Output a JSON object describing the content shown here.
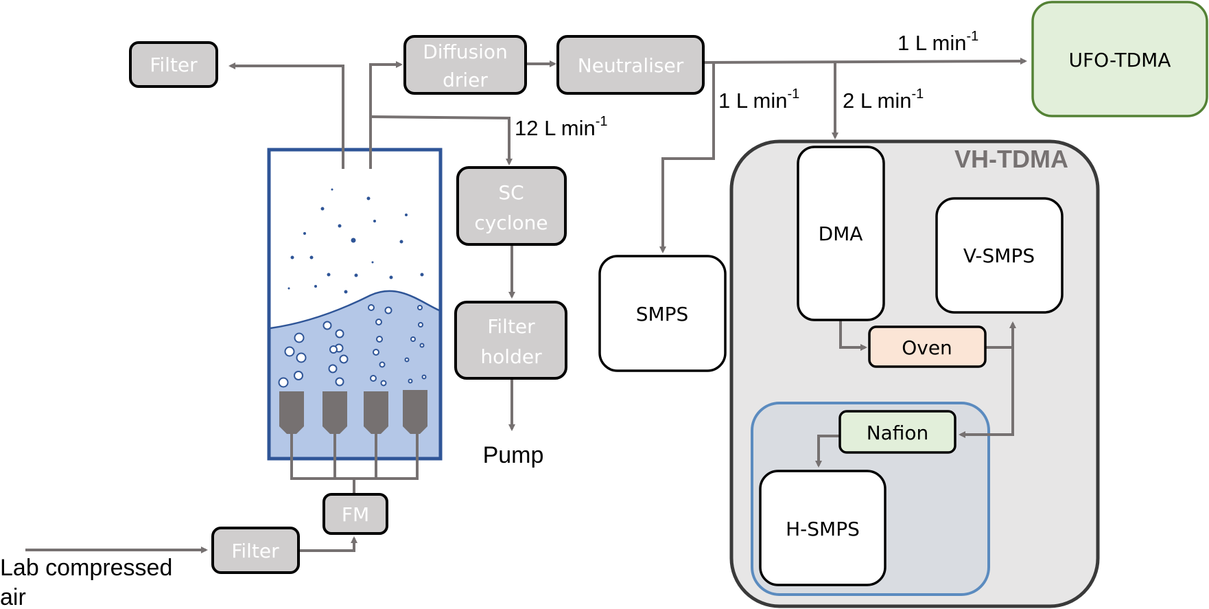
{
  "diagram": {
    "components": {
      "filter_top": "Filter",
      "diffusion_drier_line1": "Diffusion",
      "diffusion_drier_line2": "drier",
      "neutraliser": "Neutraliser",
      "ufo_tdma": "UFO-TDMA",
      "sc_cyclone_line1": "SC",
      "sc_cyclone_line2": "cyclone",
      "filter_holder_line1": "Filter",
      "filter_holder_line2": "holder",
      "pump": "Pump",
      "smps": "SMPS",
      "vh_tdma": "VH-TDMA",
      "dma": "DMA",
      "v_smps": "V-SMPS",
      "oven": "Oven",
      "nafion": "Nafion",
      "h_smps": "H-SMPS",
      "fm": "FM",
      "filter_bottom": "Filter",
      "source_line1": "Lab compressed",
      "source_line2": "air"
    },
    "flows": {
      "to_cyclone": {
        "value": "12 L min",
        "exp": "-1"
      },
      "to_ufo": {
        "value": "1 L min",
        "exp": "-1"
      },
      "to_smps": {
        "value": "1 L min",
        "exp": "-1"
      },
      "to_vh": {
        "value": "2 L min",
        "exp": "-1"
      }
    },
    "colors": {
      "pipe": "#767171",
      "tank_outline": "#2f5597",
      "liquid": "#b4c7e7",
      "ufo_fill": "#e2efda",
      "ufo_stroke": "#548235",
      "oven_fill": "#fbe5d6",
      "nafion_fill": "#e2efda",
      "vh_fill": "#e7e6e6",
      "humid_fill": "#d9dce1",
      "humid_stroke": "#5b8bbf",
      "gray_box": "#d0cece"
    }
  }
}
